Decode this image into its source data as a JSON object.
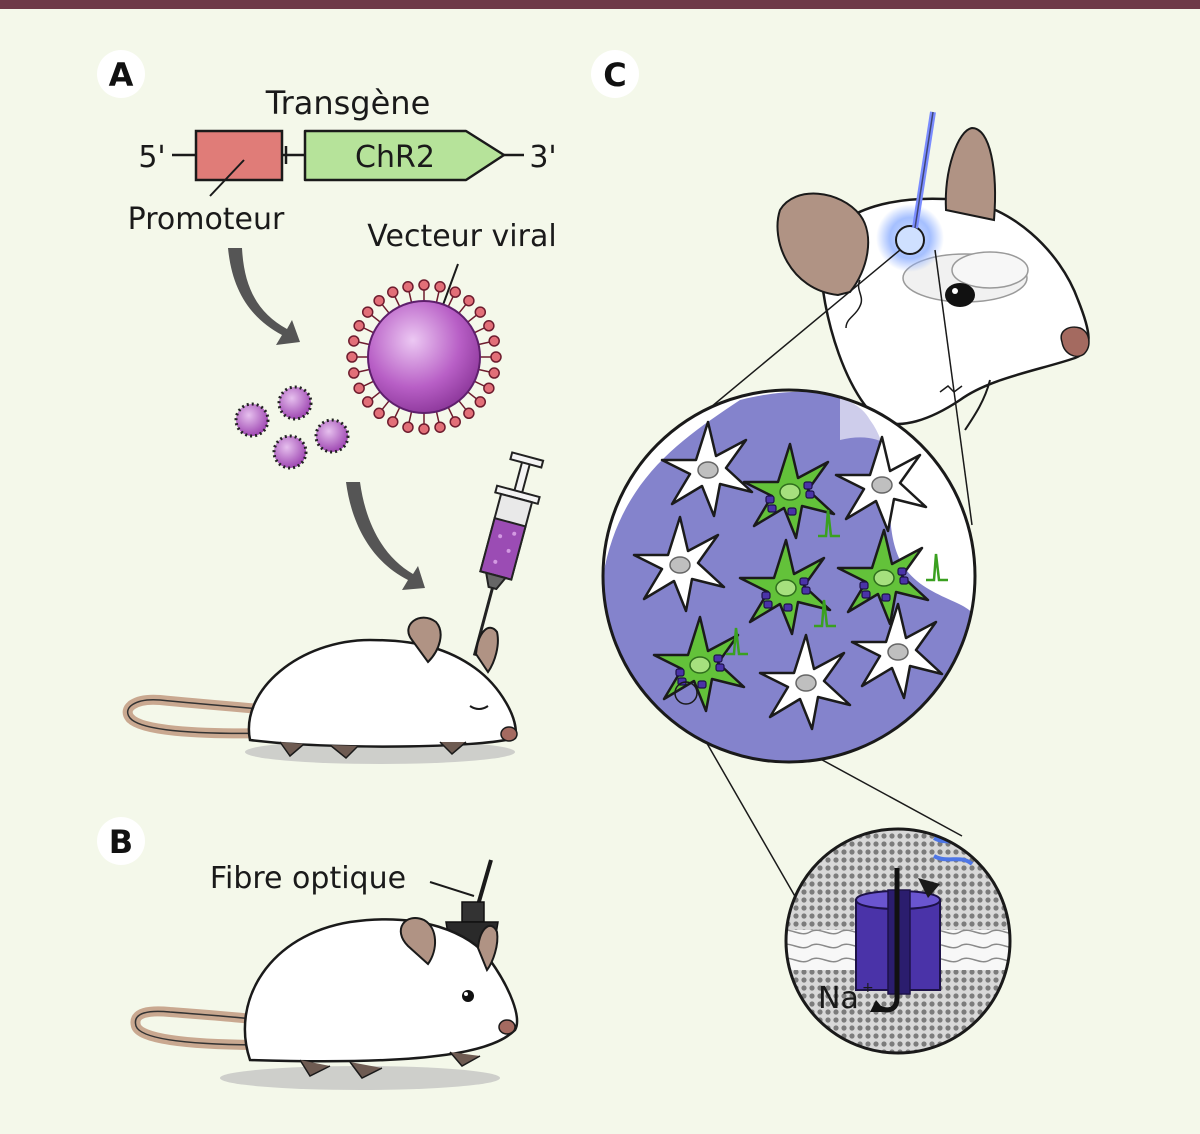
{
  "panels": {
    "a": "A",
    "b": "B",
    "c": "C"
  },
  "construct": {
    "transgene": "Transgène",
    "five_prime": "5'",
    "three_prime": "3'",
    "promoter": "Promoteur",
    "gene": "ChR2"
  },
  "vector_label": "Vecteur viral",
  "fiber_label": "Fibre optique",
  "ion_label": "Na",
  "ion_charge": "+",
  "colors": {
    "background": "#f4f8ea",
    "top_bar": "#6e3a48",
    "promoter": "#e07c78",
    "gene": "#b6e39a",
    "virus": "#b85fc6",
    "tissue": "#7a78c8",
    "neuron_active": "#63c23a",
    "channel": "#4a33a8"
  }
}
